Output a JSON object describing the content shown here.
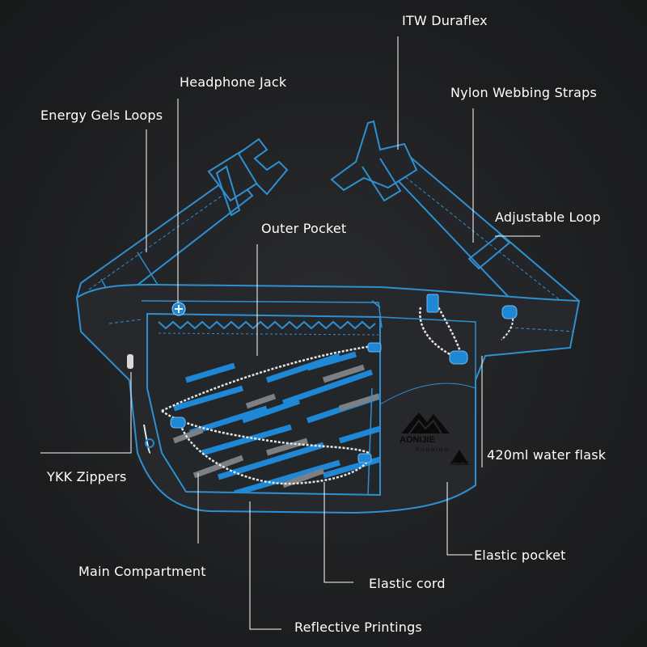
{
  "labels": {
    "itw_duraflex": "ITW Duraflex",
    "headphone_jack": "Headphone Jack",
    "nylon_webbing_straps": "Nylon Webbing Straps",
    "energy_gels_loops": "Energy Gels Loops",
    "adjustable_loop": "Adjustable Loop",
    "outer_pocket": "Outer Pocket",
    "water_flask": "420ml water flask",
    "ykk_zippers": "YKK Zippers",
    "elastic_pocket": "Elastic pocket",
    "main_compartment": "Main Compartment",
    "elastic_cord": "Elastic cord",
    "reflective_printings": "Reflective Printings"
  },
  "brand": {
    "name": "AONIJIE",
    "tagline": "RUNNING",
    "small_name": "AONIJIE"
  },
  "colors": {
    "background": "#1d1e20",
    "outline": "#2f8fd0",
    "bag_fill": "#26282b",
    "accent": "#1e88d6",
    "reflective_grey": "#7c7f83",
    "cord": "#e6e6e6",
    "leader_line": "#ffffff"
  }
}
